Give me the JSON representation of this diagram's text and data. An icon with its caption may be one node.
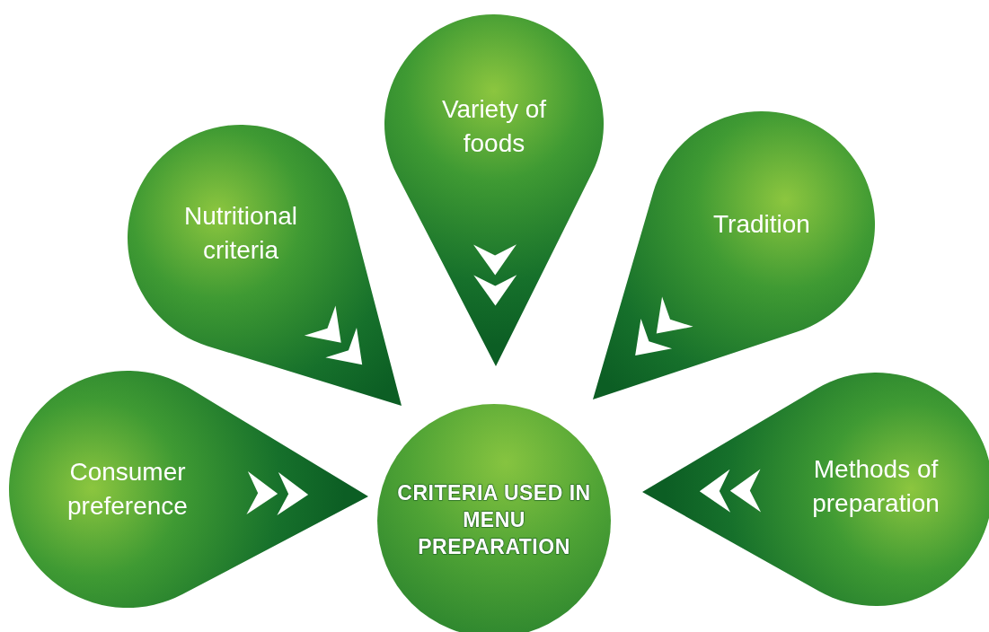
{
  "diagram": {
    "nodes": [
      {
        "text": [
          "CRITERIA USED IN MENU PREPARATION"
        ]
      },
      {
        "text": [
          "Consumer preference"
        ]
      },
      {
        "text": [
          "Nutritional criteria"
        ]
      },
      {
        "text": [
          "Variety of foods"
        ]
      },
      {
        "text": [
          "Tradition"
        ]
      },
      {
        "text": [
          "Methods of preparation"
        ]
      }
    ]
  }
}
